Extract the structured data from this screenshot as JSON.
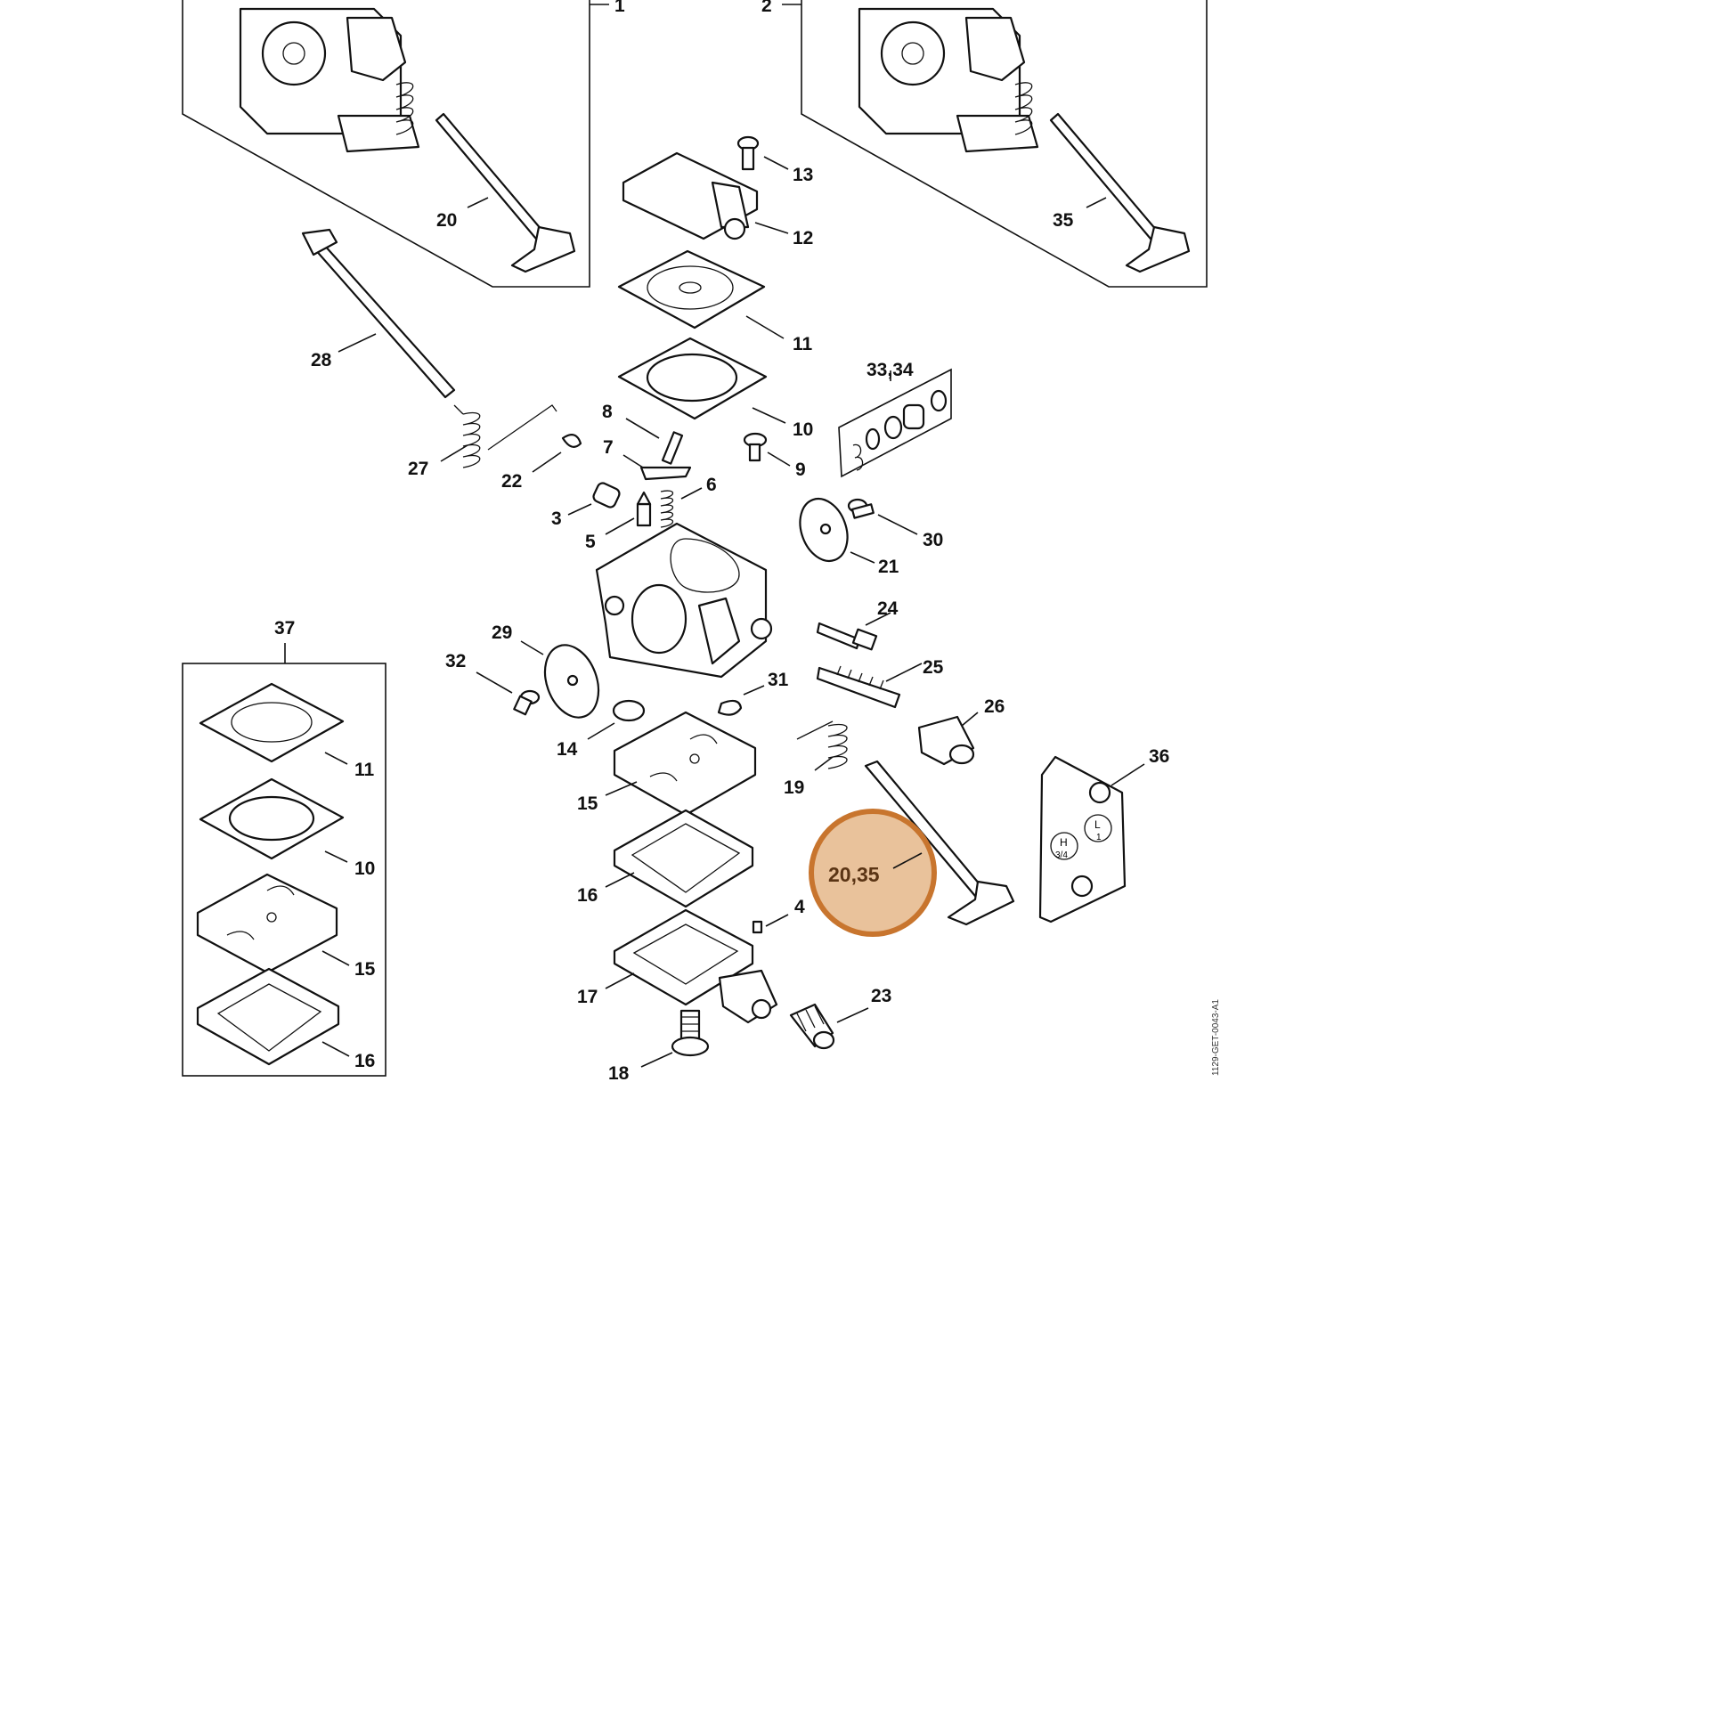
{
  "diagram": {
    "document_id": "1129-GET-0043-A1",
    "highlight": {
      "label": "20,35",
      "fill": "#e9c29b",
      "stroke": "#c8752e"
    },
    "labels": {
      "p1": "1",
      "p2": "2",
      "p3": "3",
      "p4": "4",
      "p5": "5",
      "p6": "6",
      "p7": "7",
      "p8": "8",
      "p9": "9",
      "p10": "10",
      "p11": "11",
      "p12": "12",
      "p13": "13",
      "p14": "14",
      "p15": "15",
      "p16": "16",
      "p17": "17",
      "p18": "18",
      "p19": "19",
      "p20": "20",
      "p21": "21",
      "p22": "22",
      "p23": "23",
      "p24": "24",
      "p25": "25",
      "p26": "26",
      "p27": "27",
      "p28": "28",
      "p29": "29",
      "p30": "30",
      "p31": "31",
      "p32": "32",
      "p33_34": "33,34",
      "p35": "35",
      "p36": "36",
      "p37": "37",
      "kit_p10": "10",
      "kit_p11": "11",
      "kit_p15": "15",
      "kit_p16": "16"
    },
    "adjust_marks": {
      "high": "H",
      "high_turns": "3/4",
      "low": "L",
      "low_turns": "1"
    }
  }
}
